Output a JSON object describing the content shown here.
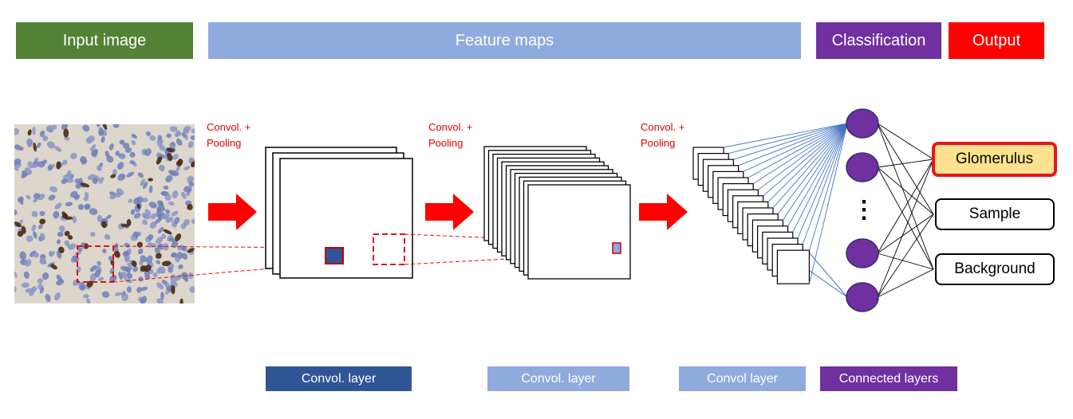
{
  "headers": {
    "input": "Input image",
    "feature_maps": "Feature maps",
    "classification": "Classification",
    "output": "Output"
  },
  "stage_labels": {
    "conv1": [
      "Convol. +",
      "Pooling"
    ],
    "conv2": [
      "Convol. +",
      "Pooling"
    ],
    "conv3": [
      "Convol. +",
      "Pooling"
    ]
  },
  "outputs": [
    "Glomerulus",
    "Sample",
    "Background"
  ],
  "selected_output": "Glomerulus",
  "neuron_ellipsis": "⋮",
  "footers": {
    "layer1": "Convol. layer",
    "layer2": "Convol. layer",
    "layer3": "Convol layer",
    "layer4": "Connected layers"
  },
  "colors": {
    "input_green": "#548235",
    "feature_blue": "#8faadc",
    "class_purple": "#7030a0",
    "output_red": "#ff0000",
    "dark_blue": "#2f5597",
    "arrow_red": "#ff0000",
    "highlight_fill": "#fce28e"
  }
}
